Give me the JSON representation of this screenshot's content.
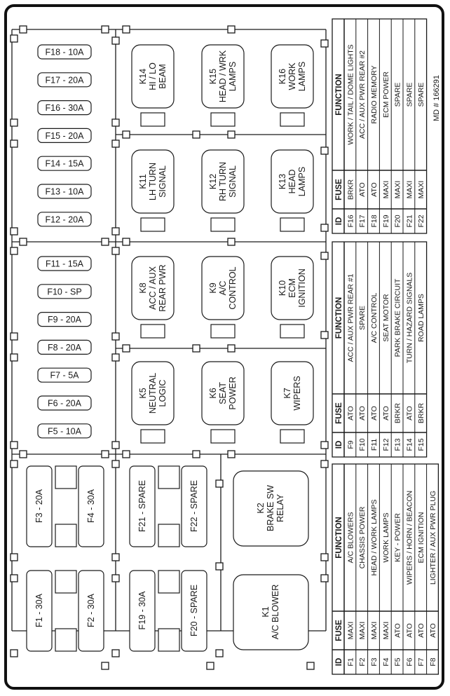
{
  "diagram": {
    "orientation": "rotated-90-ccw",
    "part_number": "MD # 166291",
    "colors": {
      "line": "#1a1a1a",
      "background": "#ffffff"
    },
    "fuse_column_upper": [
      "F18 - 10A",
      "F17 - 20A",
      "F16 - 30A",
      "F15 - 20A",
      "F14 - 15A",
      "F13 - 10A",
      "F12 - 20A"
    ],
    "fuse_column_lower": [
      "F11 - 15A",
      "F10 - SP",
      "F9 - 20A",
      "F8 - 20A",
      "F7 - 5A",
      "F6 - 20A",
      "F5 - 10A"
    ],
    "relays_row1": [
      {
        "id": "K14",
        "line1": "HI / LO",
        "line2": "BEAM"
      },
      {
        "id": "K15",
        "line1": "HEAD / WRK",
        "line2": "LAMPS"
      },
      {
        "id": "K16",
        "line1": "WORK",
        "line2": "LAMPS"
      }
    ],
    "relays_row2": [
      {
        "id": "K11",
        "line1": "LH TURN",
        "line2": "SIGNAL"
      },
      {
        "id": "K12",
        "line1": "RH TURN",
        "line2": "SIGNAL"
      },
      {
        "id": "K13",
        "line1": "HEAD",
        "line2": "LAMPS"
      }
    ],
    "relays_row3": [
      {
        "id": "K8",
        "line1": "ACC / AUX",
        "line2": "REAR PWR"
      },
      {
        "id": "K9",
        "line1": "A/C",
        "line2": "CONTROL"
      },
      {
        "id": "K10",
        "line1": "ECM",
        "line2": "IGNITION"
      }
    ],
    "relays_row4": [
      {
        "id": "K5",
        "line1": "NEUTRAL",
        "line2": "LOGIC"
      },
      {
        "id": "K6",
        "line1": "SEAT",
        "line2": "POWER"
      },
      {
        "id": "K7",
        "line1": "WIPERS",
        "line2": ""
      }
    ],
    "maxi_fuses": {
      "left_upper": [
        "F3 - 20A",
        "F4 - 30A"
      ],
      "left_lower": [
        "F1 - 30A",
        "F2 - 30A"
      ],
      "mid_upper": [
        "F21 - SPARE",
        "F22 - SPARE"
      ],
      "mid_lower": [
        "F19 - 30A",
        "F20 - SPARE"
      ]
    },
    "large_relays": [
      {
        "id": "K2",
        "line1": "BRAKE SW",
        "line2": "RELAY"
      },
      {
        "id": "K1",
        "line1": "A/C BLOWER",
        "line2": ""
      }
    ]
  },
  "tables": {
    "headers": {
      "id": "ID",
      "fuse": "FUSE",
      "function": "FUNCTION"
    },
    "table_top": [
      {
        "id": "F16",
        "fuse": "BRKR",
        "function": "WORK / TAIL / DOME LIGHTS"
      },
      {
        "id": "F17",
        "fuse": "ATO",
        "function": "ACC / AUX PWR REAR #2"
      },
      {
        "id": "F18",
        "fuse": "ATO",
        "function": "RADIO MEMORY"
      },
      {
        "id": "F19",
        "fuse": "MAXI",
        "function": "ECM POWER"
      },
      {
        "id": "F20",
        "fuse": "MAXI",
        "function": "SPARE"
      },
      {
        "id": "F21",
        "fuse": "MAXI",
        "function": "SPARE"
      },
      {
        "id": "F22",
        "fuse": "MAXI",
        "function": "SPARE"
      }
    ],
    "table_middle": [
      {
        "id": "F9",
        "fuse": "ATO",
        "function": "ACC / AUX PWR REAR #1"
      },
      {
        "id": "F10",
        "fuse": "ATO",
        "function": "SPARE"
      },
      {
        "id": "F11",
        "fuse": "ATO",
        "function": "A/C CONTROL"
      },
      {
        "id": "F12",
        "fuse": "ATO",
        "function": "SEAT MOTOR"
      },
      {
        "id": "F13",
        "fuse": "BRKR",
        "function": "PARK BRAKE CIRCUIT"
      },
      {
        "id": "F14",
        "fuse": "ATO",
        "function": "TURN / HAZARD SIGNALS"
      },
      {
        "id": "F15",
        "fuse": "BRKR",
        "function": "ROAD LAMPS"
      }
    ],
    "table_bottom": [
      {
        "id": "F1",
        "fuse": "MAXI",
        "function": "A/C BLOWERS"
      },
      {
        "id": "F2",
        "fuse": "MAXI",
        "function": "CHASSIS POWER"
      },
      {
        "id": "F3",
        "fuse": "MAXI",
        "function": "HEAD / WORK LAMPS"
      },
      {
        "id": "F4",
        "fuse": "MAXI",
        "function": "WORK LAMPS"
      },
      {
        "id": "F5",
        "fuse": "ATO",
        "function": "KEY - POWER"
      },
      {
        "id": "F6",
        "fuse": "ATO",
        "function": "WIPERS / HORN / BEACON"
      },
      {
        "id": "F7",
        "fuse": "ATO",
        "function": "ECM IGNITION"
      },
      {
        "id": "F8",
        "fuse": "ATO",
        "function": "LIGHTER / AUX PWR PLUG"
      }
    ]
  }
}
